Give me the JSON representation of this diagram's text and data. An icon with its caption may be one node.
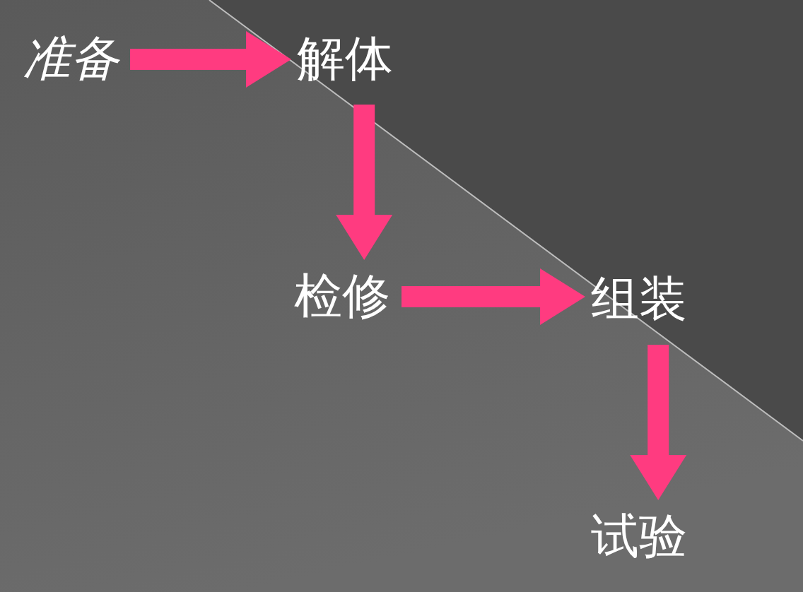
{
  "diagram": {
    "nodes": [
      {
        "text": [
          "准备"
        ]
      },
      {
        "text": [
          "解体"
        ]
      },
      {
        "text": [
          "检修"
        ]
      },
      {
        "text": [
          "组装"
        ]
      },
      {
        "text": [
          "试验"
        ]
      }
    ],
    "edges": [
      {
        "from": 0,
        "to": 1,
        "arrow": "to"
      },
      {
        "from": 1,
        "to": 2,
        "arrow": "to"
      },
      {
        "from": 2,
        "to": 3,
        "arrow": "to"
      },
      {
        "from": 3,
        "to": 4,
        "arrow": "to"
      }
    ]
  }
}
